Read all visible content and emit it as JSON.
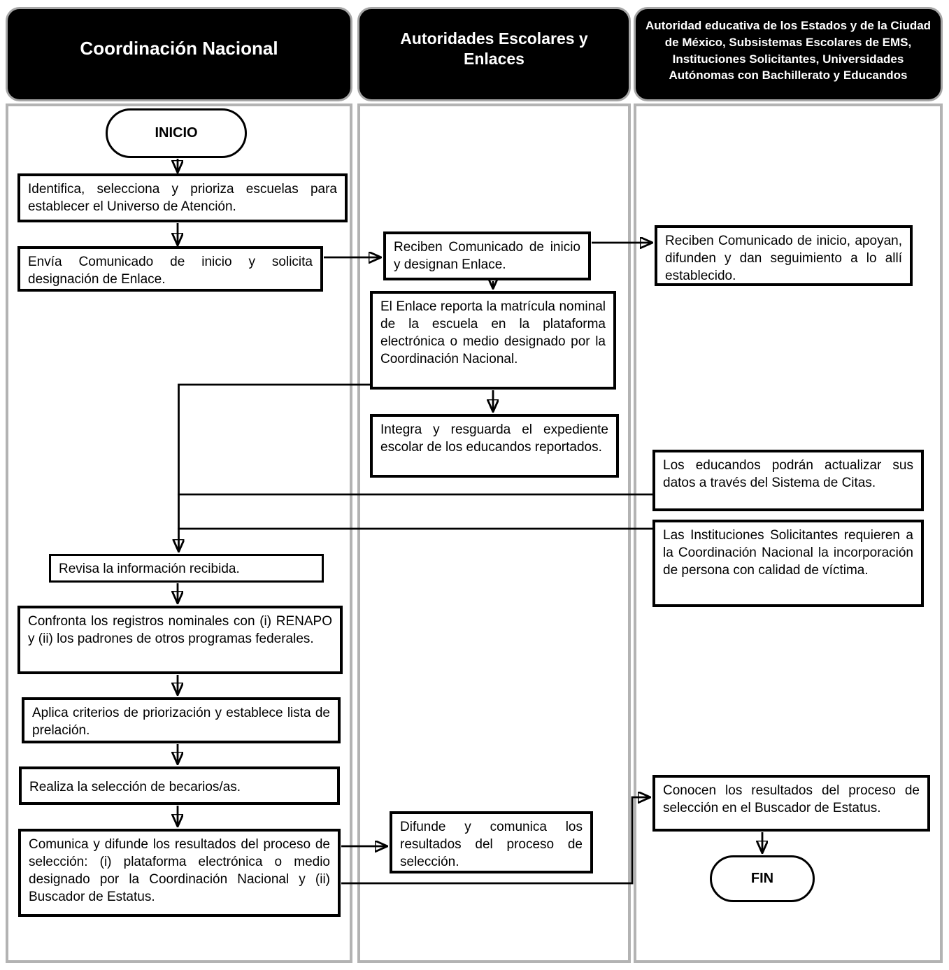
{
  "lanes": [
    {
      "id": "coordinacion-nacional",
      "title": "Coordinación Nacional"
    },
    {
      "id": "autoridades-escolares-enlaces",
      "title": "Autoridades Escolares y Enlaces"
    },
    {
      "id": "autoridad-educativa-estados",
      "title": "Autoridad educativa de los Estados y de la Ciudad de México, Subsistemas Escolares de EMS, Instituciones Solicitantes, Universidades Autónomas con Bachillerato y Educandos"
    }
  ],
  "nodes": {
    "inicio": {
      "type": "terminator",
      "lane": 1,
      "label": "INICIO"
    },
    "identifica": {
      "type": "process",
      "lane": 1,
      "label": "Identifica, selecciona y prioriza escuelas para establecer el Universo de Atención."
    },
    "envia": {
      "type": "process",
      "lane": 1,
      "label": "Envía Comunicado de inicio y solicita designación de Enlace."
    },
    "reciben_enlace": {
      "type": "process",
      "lane": 2,
      "label": "Reciben Comunicado de inicio y designan Enlace."
    },
    "reciben_apoyan": {
      "type": "process",
      "lane": 3,
      "label": "Reciben Comunicado de inicio, apoyan, difunden y dan seguimiento a lo allí establecido."
    },
    "enlace_reporta": {
      "type": "process",
      "lane": 2,
      "label": "El Enlace reporta la matrícula nominal de la escuela en la plataforma electrónica o medio designado por la Coordinación Nacional."
    },
    "integra": {
      "type": "process",
      "lane": 2,
      "label": "Integra y resguarda el expediente escolar de los educandos reportados."
    },
    "educandos": {
      "type": "process",
      "lane": 3,
      "label": "Los educandos podrán actualizar sus datos a través del Sistema de Citas."
    },
    "instituciones": {
      "type": "process",
      "lane": 3,
      "label": "Las Instituciones Solicitantes requieren a la Coordinación Nacional la incorporación de persona con calidad de víctima."
    },
    "revisa": {
      "type": "process",
      "lane": 1,
      "label": "Revisa la información recibida."
    },
    "confronta": {
      "type": "process",
      "lane": 1,
      "label": "Confronta los registros nominales con (i) RENAPO y (ii) los padrones de otros programas federales."
    },
    "aplica": {
      "type": "process",
      "lane": 1,
      "label": "Aplica criterios de priorización y establece lista de prelación."
    },
    "realiza": {
      "type": "process",
      "lane": 1,
      "label": "Realiza la selección de becarios/as."
    },
    "comunica": {
      "type": "process",
      "lane": 1,
      "label": "Comunica y difunde los resultados del proceso de selección: (i) plataforma electrónica o medio designado por la Coordinación Nacional y (ii) Buscador de Estatus."
    },
    "difunde": {
      "type": "process",
      "lane": 2,
      "label": "Difunde y comunica los resultados del proceso de selección."
    },
    "conocen": {
      "type": "process",
      "lane": 3,
      "label": "Conocen los resultados del proceso de selección en el Buscador de Estatus."
    },
    "fin": {
      "type": "terminator",
      "lane": 3,
      "label": "FIN"
    }
  },
  "edges": [
    {
      "from": "inicio",
      "to": "identifica"
    },
    {
      "from": "identifica",
      "to": "envia"
    },
    {
      "from": "envia",
      "to": "reciben_enlace"
    },
    {
      "from": "reciben_enlace",
      "to": "reciben_apoyan"
    },
    {
      "from": "reciben_enlace",
      "to": "enlace_reporta"
    },
    {
      "from": "enlace_reporta",
      "to": "integra"
    },
    {
      "from": "enlace_reporta",
      "to": "revisa"
    },
    {
      "from": "educandos",
      "to": "revisa"
    },
    {
      "from": "instituciones",
      "to": "revisa"
    },
    {
      "from": "revisa",
      "to": "confronta"
    },
    {
      "from": "confronta",
      "to": "aplica"
    },
    {
      "from": "aplica",
      "to": "realiza"
    },
    {
      "from": "realiza",
      "to": "comunica"
    },
    {
      "from": "comunica",
      "to": "difunde"
    },
    {
      "from": "comunica",
      "to": "conocen"
    },
    {
      "from": "conocen",
      "to": "fin"
    }
  ],
  "colors": {
    "header_bg": "#000000",
    "header_text": "#ffffff",
    "lane_border": "#b3b3b3",
    "header_border": "#a6a6a6",
    "box_border": "#000000",
    "box_bg": "#ffffff",
    "connector": "#000000"
  }
}
